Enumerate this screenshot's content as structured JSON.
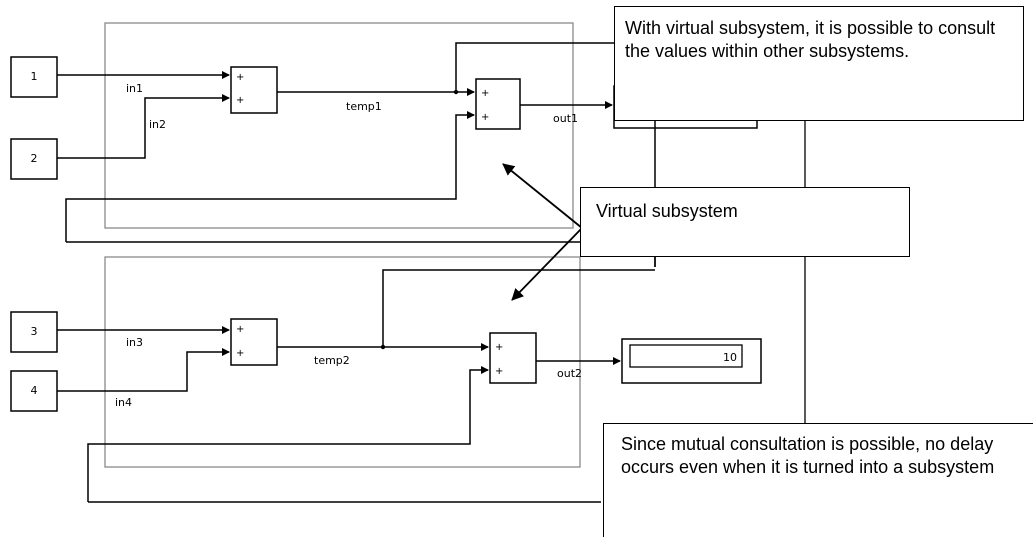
{
  "blocks": {
    "in_ports": [
      "1",
      "2",
      "3",
      "4"
    ],
    "sum_signs": [
      "+",
      "+"
    ]
  },
  "signals": {
    "in1": "in1",
    "in2": "in2",
    "in3": "in3",
    "in4": "in4",
    "temp1": "temp1",
    "temp2": "temp2",
    "out1": "out1",
    "out2": "out2"
  },
  "display": {
    "value": "10"
  },
  "callouts": {
    "virtual_consult": "With virtual subsystem, it is possible to consult the values within other subsystems.",
    "virtual_subsystem": "Virtual subsystem",
    "no_delay": "Since mutual consultation is possible, no delay occurs even when it is turned into a subsystem"
  }
}
